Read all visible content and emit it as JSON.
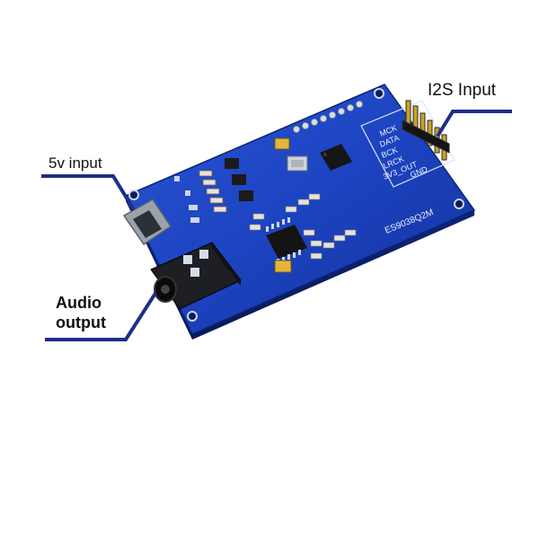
{
  "callouts": {
    "i2s_input": "I2S  Input",
    "power_input": "5v input",
    "audio_output_line1": "Audio",
    "audio_output_line2": "output"
  },
  "board": {
    "chip_marking": "ES9038Q2M",
    "pin_labels": [
      "MCK",
      "DATA",
      "BCK",
      "LRCK",
      "3V3_OUT",
      "GND"
    ]
  },
  "colors": {
    "pcb": "#1a3fb5",
    "pcb_dark": "#0f2a86",
    "callout_line": "#1f2d8a",
    "pin_gold": "#c9a227"
  }
}
